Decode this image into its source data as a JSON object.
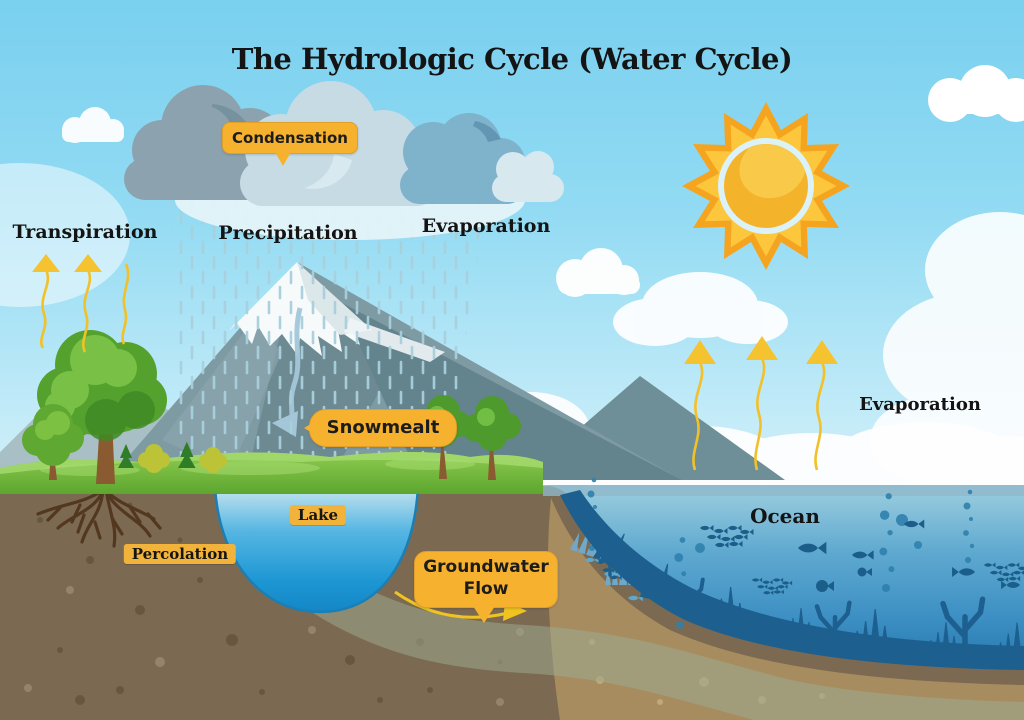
{
  "title": "The Hydrologic Cycle (Water Cycle)",
  "labels": {
    "condensation": "Condensation",
    "transpiration": "Transpiration",
    "precipitation": "Precipitation",
    "evaporation_left": "Evaporation",
    "evaporation_right": "Evaporation",
    "snowmelt": "Snowmealt",
    "lake": "Lake",
    "percolation": "Percolation",
    "groundwater_flow": "Groundwater Flow",
    "ocean": "Ocean"
  },
  "icons": {
    "sun": "sun-icon",
    "rain_clouds": "rain-cloud-icons",
    "rain": "rain-dashes",
    "mountain": "mountain-with-snowcap",
    "trees": "tree-icons",
    "up_arrows": "wavy-up-arrow-icons",
    "flow_arrow": "curved-right-arrow-icon"
  },
  "colors": {
    "label_bubble_yellow": "#F6B12F",
    "label_tag_yellow": "#F2B33B",
    "arrow_yellow": "#F2C129",
    "sky_top": "#79D0EF",
    "sky_bottom": "#EDF8FC",
    "sun_orange": "#F5A41F",
    "sun_core": "#F3B42C",
    "rain_dash": "#A8CFDC",
    "cloud_gray": "#8CA3AF",
    "cloud_steel": "#7FB2CB",
    "mountain_gray": "#7E9AA3",
    "snow_white": "#F6FAFB",
    "grass_green": "#6FB83E",
    "soil_brown": "#7B6952",
    "sand_tan": "#A78C60",
    "lake_blue": "#1D97D4",
    "ocean_blue": "#3C8FC3",
    "seafloor_navy": "#1D6090",
    "text_black": "#141414"
  }
}
